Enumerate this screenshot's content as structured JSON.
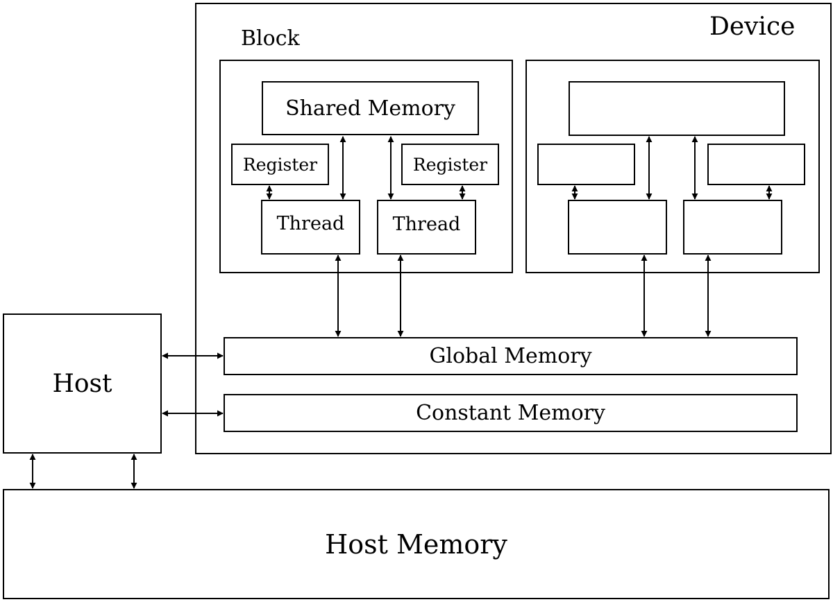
{
  "device": {
    "label": "Device"
  },
  "block": {
    "label": "Block",
    "shared_memory": "Shared Memory",
    "register_left": "Register",
    "register_right": "Register",
    "thread_left": "Thread",
    "thread_right": "Thread"
  },
  "global_memory": "Global Memory",
  "constant_memory": "Constant Memory",
  "host": "Host",
  "host_memory": "Host Memory"
}
